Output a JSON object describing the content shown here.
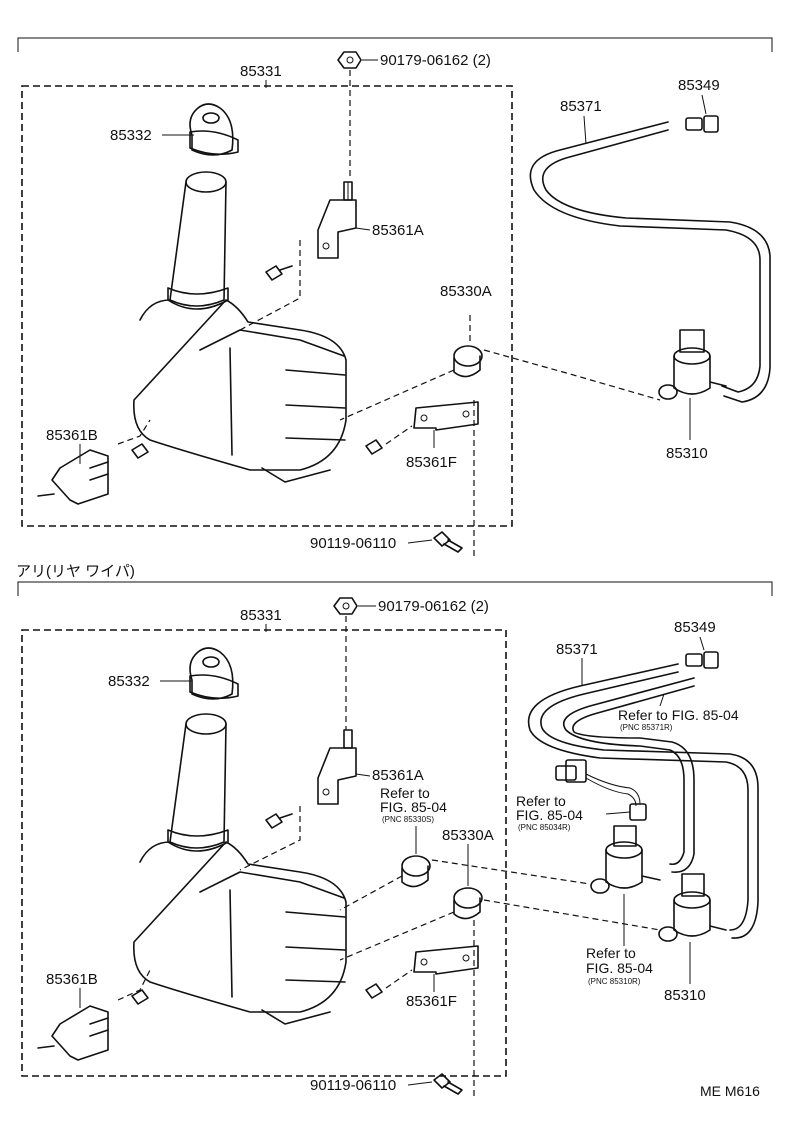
{
  "top": {
    "labels": {
      "assembly": "85331",
      "cap": "85332",
      "nut": "90179-06162 (2)",
      "bracket_a": "85361A",
      "grommet": "85330A",
      "bracket_b": "85361B",
      "bracket_f": "85361F",
      "bolt": "90119-06110",
      "hose": "85371",
      "joint": "85349",
      "pump": "85310"
    }
  },
  "section_heading": "アリ(リヤ ワイパ)",
  "bottom": {
    "labels": {
      "assembly": "85331",
      "cap": "85332",
      "nut": "90179-06162 (2)",
      "bracket_a": "85361A",
      "grommet": "85330A",
      "bracket_b": "85361B",
      "bracket_f": "85361F",
      "bolt": "90119-06110",
      "hose": "85371",
      "joint": "85349",
      "pump": "85310"
    },
    "refs": {
      "grommet_ref": {
        "line1": "Refer to",
        "line2": "FIG. 85-04",
        "pnc": "(PNC 85330S)"
      },
      "hose_ref": {
        "line1": "Refer to FIG. 85-04",
        "pnc": "(PNC 85371R)"
      },
      "harness_ref": {
        "line1": "Refer to",
        "line2": "FIG. 85-04",
        "pnc": "(PNC 85034R)"
      },
      "pump_ref": {
        "line1": "Refer to",
        "line2": "FIG. 85-04",
        "pnc": "(PNC 85310R)"
      }
    }
  },
  "footer_code": "ME M616"
}
